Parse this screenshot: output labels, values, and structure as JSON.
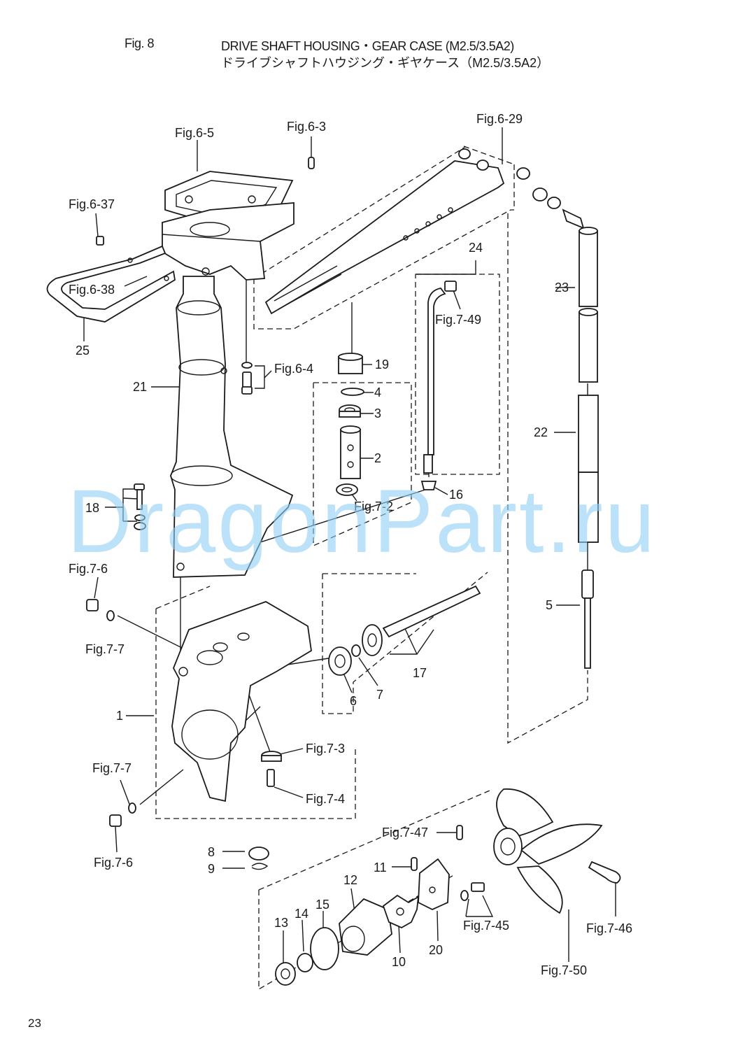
{
  "header": {
    "fig_number": "Fig. 8",
    "title_en": "DRIVE SHAFT HOUSING・GEAR CASE (M2.5/3.5A2)",
    "title_jp": "ドライブシャフトハウジング・ギヤケース（M2.5/3.5A2）"
  },
  "page_number": "23",
  "watermark": "DragonPart.ru",
  "labels": [
    {
      "id": "fig6-5",
      "text": "Fig.6-5"
    },
    {
      "id": "fig6-3",
      "text": "Fig.6-3"
    },
    {
      "id": "fig6-29",
      "text": "Fig.6-29"
    },
    {
      "id": "fig6-37",
      "text": "Fig.6-37"
    },
    {
      "id": "fig6-38",
      "text": "Fig.6-38"
    },
    {
      "id": "p25",
      "text": "25"
    },
    {
      "id": "p24",
      "text": "24"
    },
    {
      "id": "p23",
      "text": "23"
    },
    {
      "id": "fig7-49",
      "text": "Fig.7-49"
    },
    {
      "id": "p19",
      "text": "19"
    },
    {
      "id": "fig6-4",
      "text": "Fig.6-4"
    },
    {
      "id": "p21",
      "text": "21"
    },
    {
      "id": "p4",
      "text": "4"
    },
    {
      "id": "p3",
      "text": "3"
    },
    {
      "id": "p2",
      "text": "2"
    },
    {
      "id": "p22",
      "text": "22"
    },
    {
      "id": "p16",
      "text": "16"
    },
    {
      "id": "p18",
      "text": "18"
    },
    {
      "id": "fig7-2",
      "text": "Fig.7-2"
    },
    {
      "id": "fig7-6a",
      "text": "Fig.7-6"
    },
    {
      "id": "p5",
      "text": "5"
    },
    {
      "id": "fig7-7a",
      "text": "Fig.7-7"
    },
    {
      "id": "p17",
      "text": "17"
    },
    {
      "id": "p7",
      "text": "7"
    },
    {
      "id": "p6",
      "text": "6"
    },
    {
      "id": "p1",
      "text": "1"
    },
    {
      "id": "fig7-3",
      "text": "Fig.7-3"
    },
    {
      "id": "fig7-7b",
      "text": "Fig.7-7"
    },
    {
      "id": "fig7-4",
      "text": "Fig.7-4"
    },
    {
      "id": "fig7-6b",
      "text": "Fig.7-6"
    },
    {
      "id": "fig7-47",
      "text": "Fig.7-47"
    },
    {
      "id": "p8",
      "text": "8"
    },
    {
      "id": "p9",
      "text": "9"
    },
    {
      "id": "p11",
      "text": "11"
    },
    {
      "id": "p12",
      "text": "12"
    },
    {
      "id": "p14",
      "text": "14"
    },
    {
      "id": "p15",
      "text": "15"
    },
    {
      "id": "p13",
      "text": "13"
    },
    {
      "id": "fig7-45",
      "text": "Fig.7-45"
    },
    {
      "id": "fig7-46",
      "text": "Fig.7-46"
    },
    {
      "id": "p10",
      "text": "10"
    },
    {
      "id": "p20",
      "text": "20"
    },
    {
      "id": "fig7-50",
      "text": "Fig.7-50"
    }
  ]
}
